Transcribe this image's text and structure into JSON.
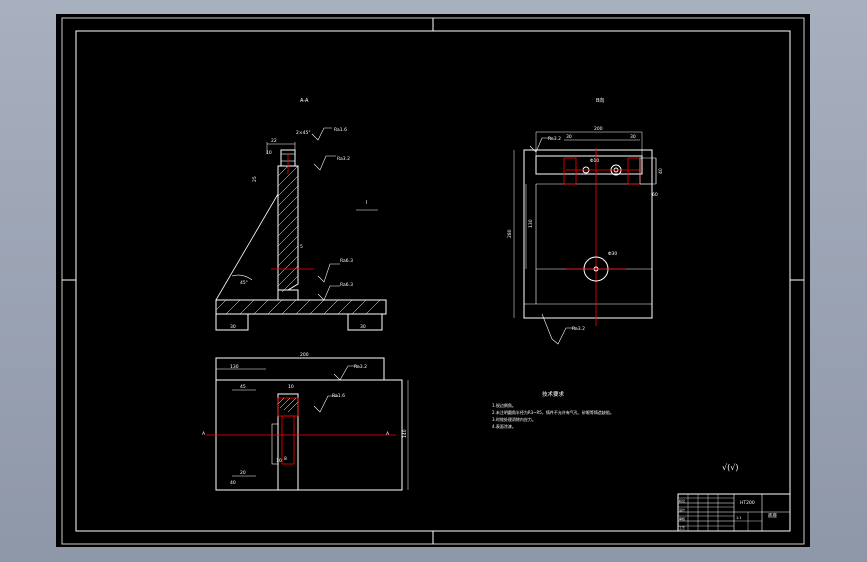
{
  "viewer": {
    "colors": {
      "background": "#9aa3b4",
      "drawing_bg": "#000000",
      "line": "#ffffff",
      "centerline": "#ff0000",
      "dimension": "#ffffff"
    }
  },
  "drawing": {
    "view_front_label": "A-A",
    "view_side_label": "B向",
    "section_mark": "I",
    "front_dims": {
      "top_width": "22",
      "top_sub": "2×45°",
      "rough_top": "Ra1.6",
      "rough_mid": "Ra3.2",
      "rough_low": "Ra6.3",
      "rough_base": "Ra6.3",
      "angle": "45°",
      "small_dim": "5",
      "base_left": "30",
      "base_right": "30",
      "left_v": "25",
      "left_v2": "10"
    },
    "side_dims": {
      "top_total": "200",
      "top_a": "30",
      "top_b": "30",
      "left_h": "280",
      "mid_h": "130",
      "hole_dia": "Φ30",
      "small_dia": "Φ10",
      "right_a": "40",
      "right_b": "60",
      "rough": "Ra3.2",
      "rough_bottom": "Ra3.2"
    },
    "plan_dims": {
      "overall": "200",
      "left_a": "130",
      "left_b": "45",
      "rough_1": "Ra3.2",
      "rough_2": "Ra1.6",
      "c1": "8",
      "c2": "10",
      "c3": "10",
      "sec_left": "A",
      "sec_right": "A",
      "right_h": "140",
      "b1": "20",
      "b2": "40"
    },
    "tech_req": {
      "title": "技术要求",
      "lines": [
        "1.锐边倒角。",
        "2.未注明圆角半径为R3~R5，铸件不允许有气孔、砂眼等铸造缺陷。",
        "3.时效处理消除内应力。",
        "4.表面涂漆。"
      ]
    },
    "roughness_note": "√(√)",
    "title_block": {
      "part_name": "底座",
      "material": "HT200",
      "scale": "1:1",
      "rows": [
        "标记",
        "设计",
        "审核",
        "工艺"
      ]
    }
  }
}
